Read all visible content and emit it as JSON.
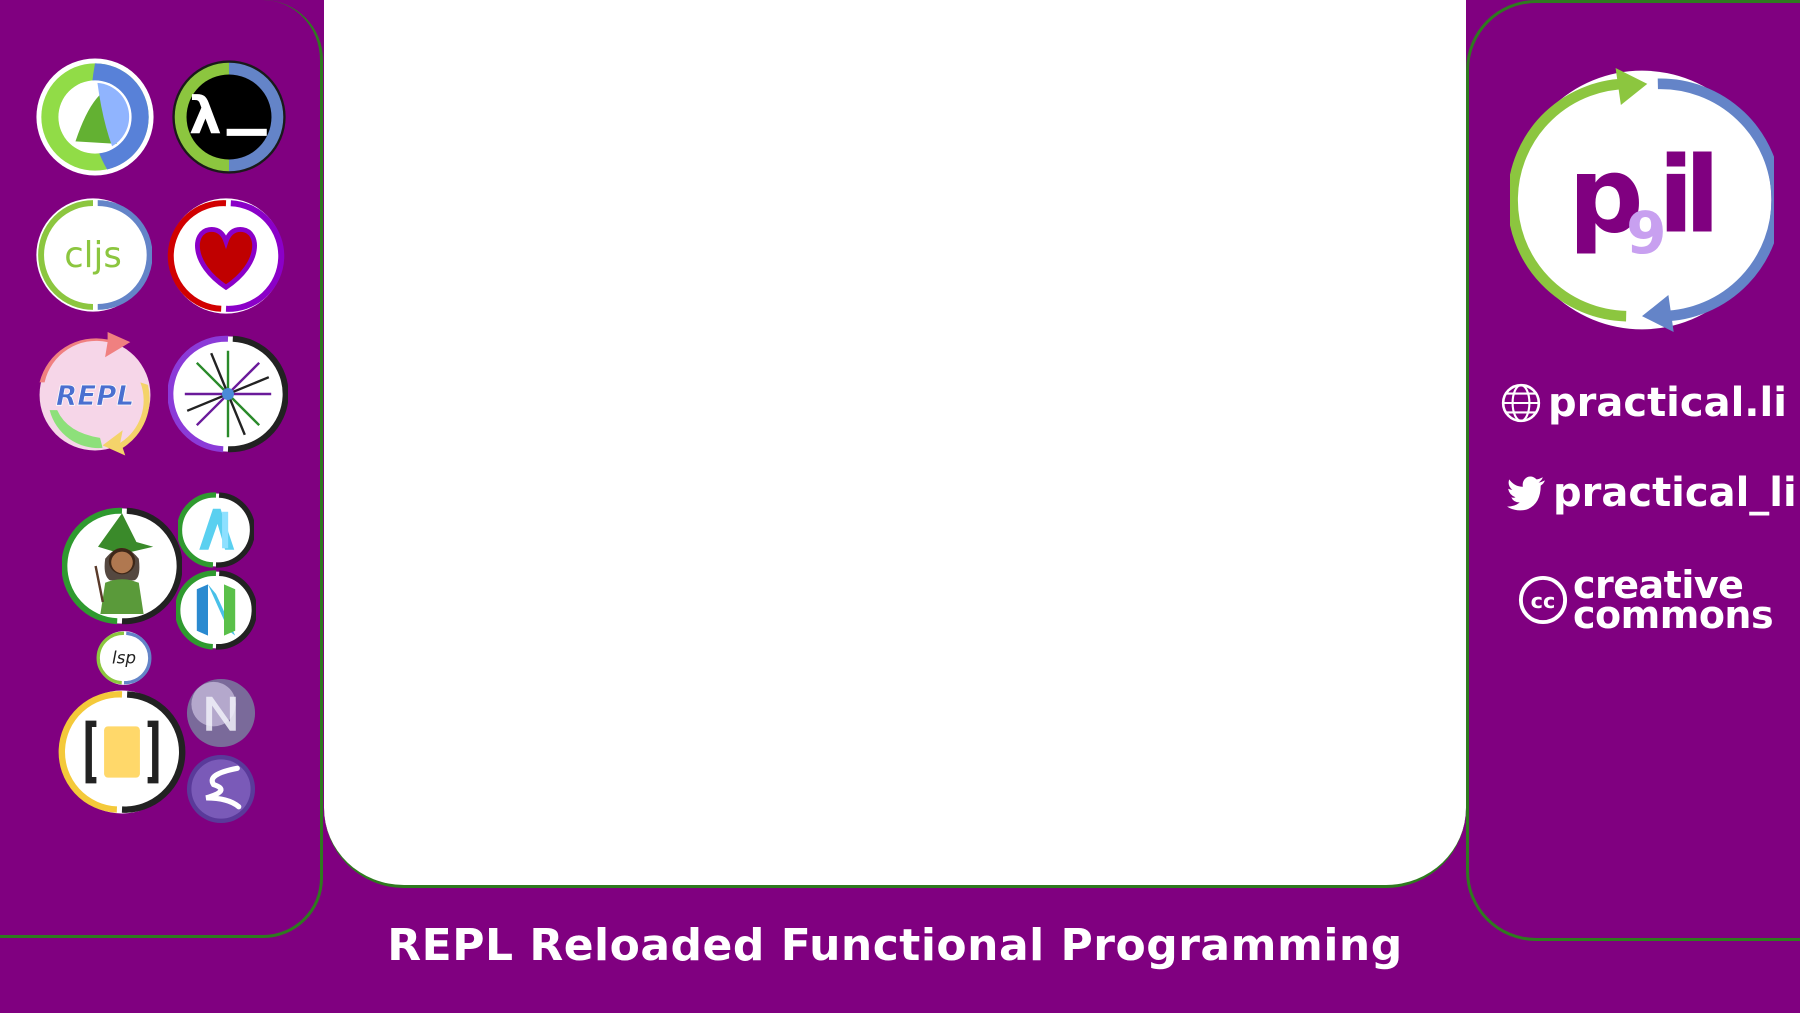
{
  "footer": {
    "title": "REPL Reloaded Functional Programming"
  },
  "social": {
    "website": {
      "icon": "globe-icon",
      "text": "practical.li"
    },
    "twitter": {
      "icon": "twitter-bird-icon",
      "text": "practical_li"
    }
  },
  "license": {
    "icon": "creative-commons-icon",
    "symbol": "cc",
    "line1": "creative",
    "line2": "commons"
  },
  "brand": {
    "logo_text": "p",
    "logo_sub": "9",
    "logo_tail": "i",
    "logo_tail2": "l"
  },
  "logos": {
    "cljs": "cljs",
    "repl": "REPL",
    "lsp": "lsp"
  },
  "colors": {
    "background": "#800080",
    "video": "#ffffff",
    "green": "#8cc63f",
    "blue": "#6484c8",
    "accent_green_line": "#2f7a1f"
  }
}
